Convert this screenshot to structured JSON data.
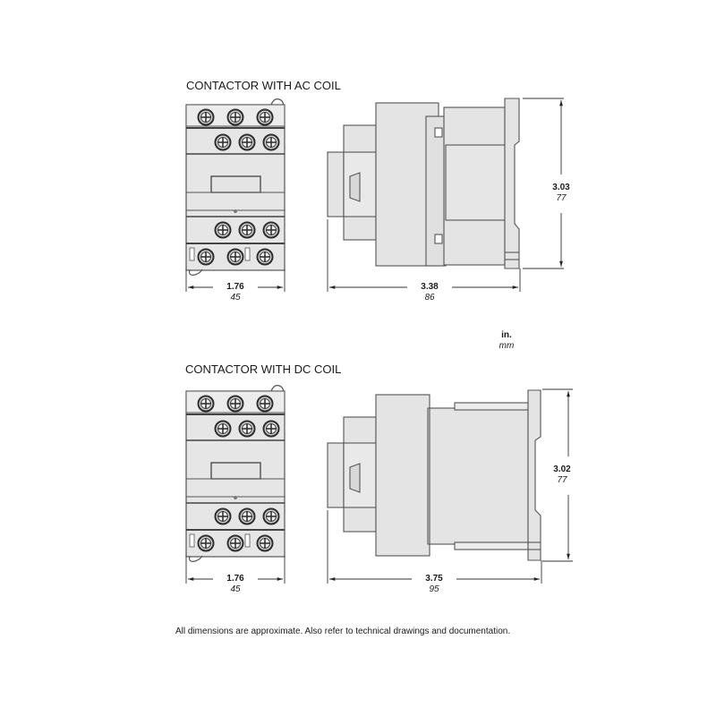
{
  "sections": [
    {
      "title": "CONTACTOR WITH AC COIL",
      "width": {
        "in": "1.76",
        "mm": "45"
      },
      "depth": {
        "in": "3.38",
        "mm": "86"
      },
      "height": {
        "in": "3.03",
        "mm": "77"
      }
    },
    {
      "title": "CONTACTOR WITH DC COIL",
      "width": {
        "in": "1.76",
        "mm": "45"
      },
      "depth": {
        "in": "3.75",
        "mm": "95"
      },
      "height": {
        "in": "3.02",
        "mm": "77"
      }
    }
  ],
  "units": {
    "primary": "in.",
    "secondary": "mm"
  },
  "footnote": "All dimensions are approximate.  Also refer to technical drawings and documentation.",
  "colors": {
    "body_fill": "#e4e4e4",
    "outline": "#555555",
    "dim_line": "#333333",
    "screw": "#3a3a3a"
  }
}
